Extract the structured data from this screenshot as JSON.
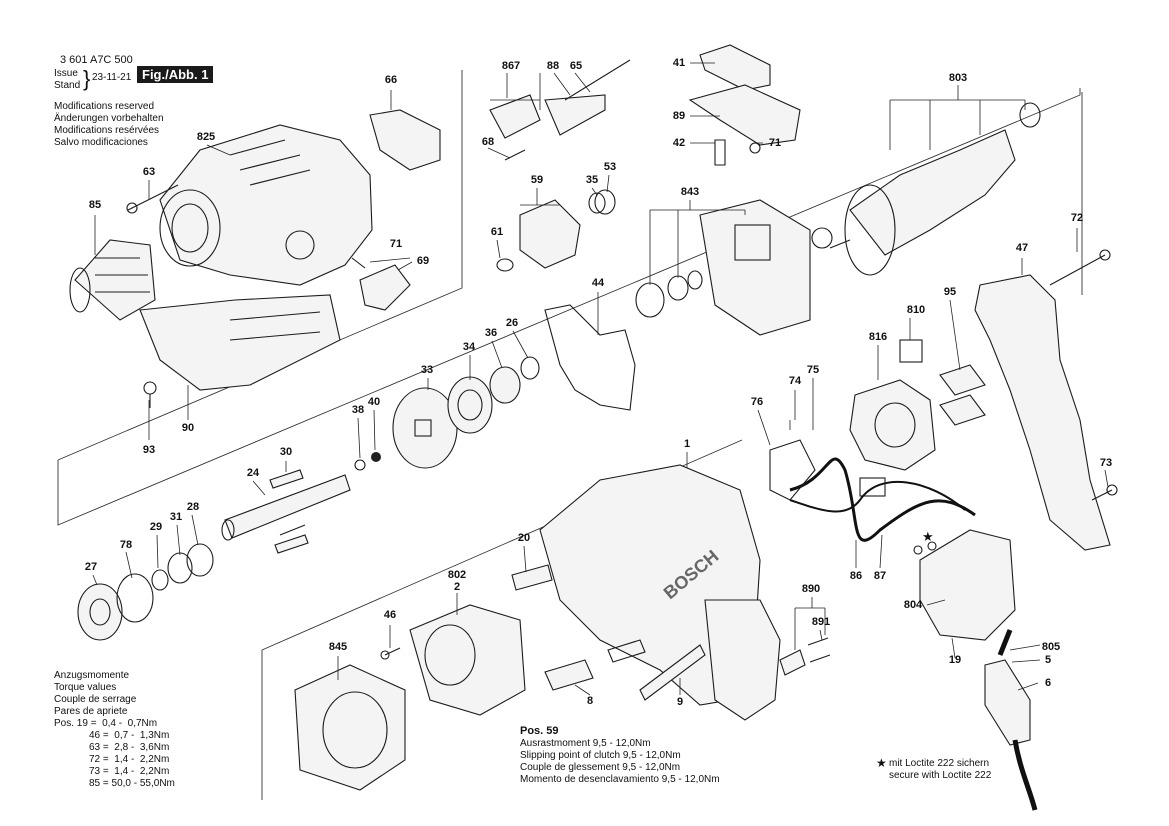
{
  "header": {
    "part_number": "3 601 A7C 500",
    "issue_label": "Issue",
    "stand_label": "Stand",
    "date": "23-11-21",
    "figure": "Fig./Abb. 1"
  },
  "modifications": [
    "Modifications reserved",
    "Änderungen vorbehalten",
    "Modifications resérvées",
    "Salvo modificaciones"
  ],
  "torque": {
    "titles": [
      "Anzugsmomente",
      "Torque values",
      "Couple de serrage",
      "Pares de apriete"
    ],
    "rows": [
      "Pos. 19 =  0,4 -  0,7Nm",
      "46 =  0,7 -  1,3Nm",
      "63 =  2,8 -  3,6Nm",
      "72 =  1,4 -  2,2Nm",
      "73 =  1,4 -  2,2Nm",
      "85 = 50,0 - 55,0Nm"
    ]
  },
  "pos59": {
    "title": "Pos. 59",
    "lines": [
      "Ausrastmoment  9,5 - 12,0Nm",
      "Slipping point of clutch  9,5 - 12,0Nm",
      "Couple de glessement  9,5 - 12,0Nm",
      "Momento de desenclavamiento  9,5 - 12,0Nm"
    ]
  },
  "loctite": {
    "star": "★",
    "line1": "mit Loctite 222 sichern",
    "line2": "secure with Loctite 222"
  },
  "brand_text": "BOSCH",
  "parts": [
    {
      "id": "p867",
      "num": "867"
    },
    {
      "id": "p88",
      "num": "88"
    },
    {
      "id": "p65",
      "num": "65"
    },
    {
      "id": "p41",
      "num": "41"
    },
    {
      "id": "p89",
      "num": "89"
    },
    {
      "id": "p42",
      "num": "42"
    },
    {
      "id": "p71a",
      "num": "71"
    },
    {
      "id": "p803",
      "num": "803"
    },
    {
      "id": "p66",
      "num": "66"
    },
    {
      "id": "p825",
      "num": "825"
    },
    {
      "id": "p63",
      "num": "63"
    },
    {
      "id": "p85",
      "num": "85"
    },
    {
      "id": "p71b",
      "num": "71"
    },
    {
      "id": "p69",
      "num": "69"
    },
    {
      "id": "p90",
      "num": "90"
    },
    {
      "id": "p93",
      "num": "93"
    },
    {
      "id": "p68",
      "num": "68"
    },
    {
      "id": "p59",
      "num": "59"
    },
    {
      "id": "p35",
      "num": "35"
    },
    {
      "id": "p53",
      "num": "53"
    },
    {
      "id": "p61",
      "num": "61"
    },
    {
      "id": "p843",
      "num": "843"
    },
    {
      "id": "p72",
      "num": "72"
    },
    {
      "id": "p47",
      "num": "47"
    },
    {
      "id": "p44",
      "num": "44"
    },
    {
      "id": "p36",
      "num": "36"
    },
    {
      "id": "p26",
      "num": "26"
    },
    {
      "id": "p34",
      "num": "34"
    },
    {
      "id": "p33",
      "num": "33"
    },
    {
      "id": "p810",
      "num": "810"
    },
    {
      "id": "p95",
      "num": "95"
    },
    {
      "id": "p816",
      "num": "816"
    },
    {
      "id": "p38",
      "num": "38"
    },
    {
      "id": "p40",
      "num": "40"
    },
    {
      "id": "p30",
      "num": "30"
    },
    {
      "id": "p24",
      "num": "24"
    },
    {
      "id": "p74",
      "num": "74"
    },
    {
      "id": "p75",
      "num": "75"
    },
    {
      "id": "p76",
      "num": "76"
    },
    {
      "id": "p1",
      "num": "1"
    },
    {
      "id": "p28",
      "num": "28"
    },
    {
      "id": "p31",
      "num": "31"
    },
    {
      "id": "p29",
      "num": "29"
    },
    {
      "id": "p78",
      "num": "78"
    },
    {
      "id": "p27",
      "num": "27"
    },
    {
      "id": "p20",
      "num": "20"
    },
    {
      "id": "p802",
      "num": "802"
    },
    {
      "id": "p2",
      "num": "2"
    },
    {
      "id": "p73",
      "num": "73"
    },
    {
      "id": "p86",
      "num": "86"
    },
    {
      "id": "p87",
      "num": "87"
    },
    {
      "id": "p46",
      "num": "46"
    },
    {
      "id": "p845",
      "num": "845"
    },
    {
      "id": "p890",
      "num": "890"
    },
    {
      "id": "p891",
      "num": "891"
    },
    {
      "id": "p804",
      "num": "804"
    },
    {
      "id": "p805",
      "num": "805"
    },
    {
      "id": "p5",
      "num": "5"
    },
    {
      "id": "p19",
      "num": "19"
    },
    {
      "id": "p6",
      "num": "6"
    },
    {
      "id": "p8",
      "num": "8"
    },
    {
      "id": "p9",
      "num": "9"
    }
  ]
}
